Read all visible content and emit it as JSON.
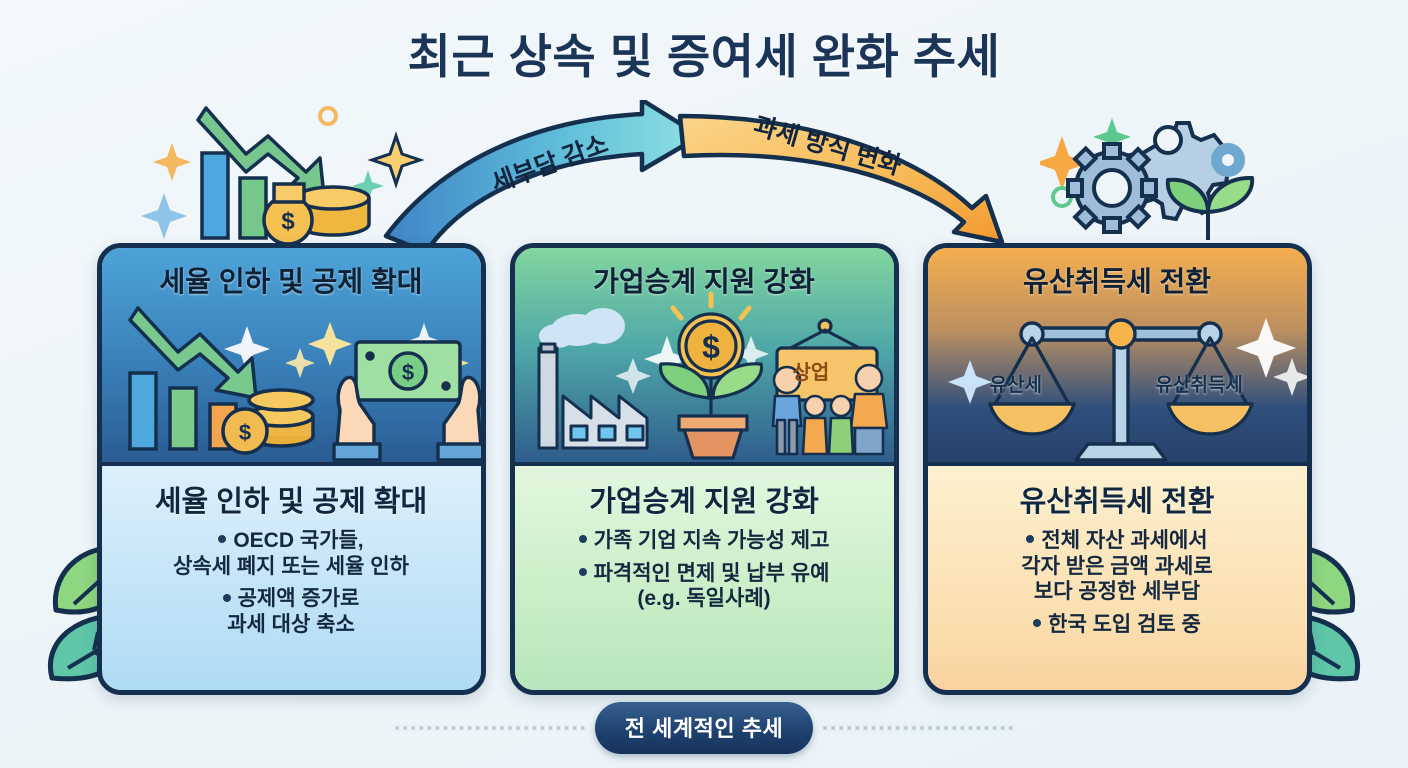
{
  "title": "최근 상속 및 증여세 완화 추세",
  "arrows": {
    "left_label": "세부담 감소",
    "right_label": "과세 방식 변화",
    "left_color": "#4a90d9",
    "right_color": "#f5a93c"
  },
  "cards": [
    {
      "id": "card-1",
      "art_title": "세율 인하 및 공제 확대",
      "heading": "세율 인하 및 공제 확대",
      "accent": "#3d86bf",
      "icons": [
        "down-trend-arrow-icon",
        "bar-chart-icon",
        "coin-stack-icon",
        "cash-hands-icon",
        "sparkle-icon"
      ],
      "bullets": [
        "OECD 국가들,\n상속세 폐지 또는 세율 인하",
        "공제액 증가로\n과세 대상 축소"
      ]
    },
    {
      "id": "card-2",
      "art_title": "가업승계 지원 강화",
      "heading": "가업승계 지원 강화",
      "accent": "#4ea6a8",
      "sign_text": "상업",
      "icons": [
        "factory-icon",
        "money-plant-icon",
        "family-group-icon",
        "cloud-icon",
        "sparkle-icon"
      ],
      "bullets": [
        "가족 기업 지속 가능성 제고",
        "파격적인 면제 및 납부 유예\n(e.g. 독일사례)"
      ]
    },
    {
      "id": "card-3",
      "art_title": "유산취득세 전환",
      "heading": "유산취득세 전환",
      "accent": "#f5ae4e",
      "scale_left": "유산세",
      "scale_right": "유산취득세",
      "icons": [
        "balance-scale-icon",
        "sparkle-icon"
      ],
      "bullets": [
        "전체 자산 과세에서\n각자 받은 금액 과세로\n보다 공정한 세부담",
        "한국 도입 검토 중"
      ]
    }
  ],
  "footer": {
    "badge": "전 세계적인 추세"
  },
  "decor": {
    "top_left": [
      "bar-chart-icon",
      "down-arrow-icon",
      "coin-icon",
      "sparkle-icon"
    ],
    "top_right": [
      "gear-icon",
      "sprout-icon",
      "sparkle-icon"
    ],
    "side": [
      "leaf-icon"
    ]
  },
  "colors": {
    "background": "#eef5f9",
    "ink": "#15304e",
    "title": "#1b3558"
  }
}
